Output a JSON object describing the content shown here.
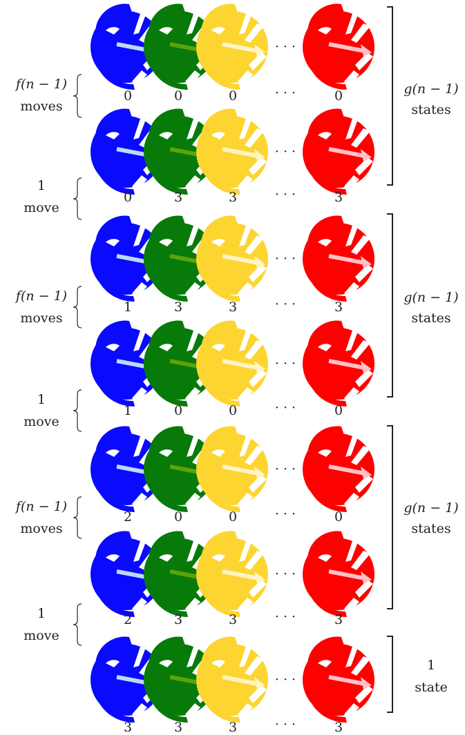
{
  "colors": {
    "blue": "#0a0aff",
    "green": "#087a0a",
    "yellow": "#fdd531",
    "red": "#fd0000",
    "blue_arrow": "#bcd9f5",
    "green_arrow": "#5ba30b",
    "yellow_arrow": "#fff4c6",
    "red_arrow": "#ffc0c6"
  },
  "ellipsis": "· · ·",
  "rows": [
    {
      "values": [
        "0",
        "0",
        "0",
        "0"
      ]
    },
    {
      "values": [
        "0",
        "3",
        "3",
        "3"
      ]
    },
    {
      "values": [
        "1",
        "3",
        "3",
        "3"
      ]
    },
    {
      "values": [
        "1",
        "0",
        "0",
        "0"
      ]
    },
    {
      "values": [
        "2",
        "0",
        "0",
        "0"
      ]
    },
    {
      "values": [
        "2",
        "3",
        "3",
        "3"
      ]
    },
    {
      "values": [
        "3",
        "3",
        "3",
        "3"
      ]
    }
  ],
  "left_braces": [
    {
      "line1": "f(n − 1)",
      "line2": "moves"
    },
    {
      "line1": "1",
      "line2": "move"
    },
    {
      "line1": "f(n − 1)",
      "line2": "moves"
    },
    {
      "line1": "1",
      "line2": "move"
    },
    {
      "line1": "f(n − 1)",
      "line2": "moves"
    },
    {
      "line1": "1",
      "line2": "move"
    }
  ],
  "right_brackets": [
    {
      "line1": "g(n − 1)",
      "line2": "states"
    },
    {
      "line1": "g(n − 1)",
      "line2": "states"
    },
    {
      "line1": "g(n − 1)",
      "line2": "states"
    },
    {
      "line1": "1",
      "line2": "state"
    }
  ]
}
